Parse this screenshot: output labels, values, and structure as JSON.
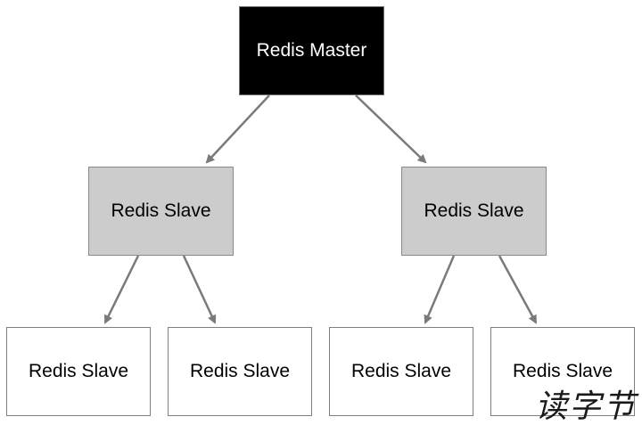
{
  "diagram": {
    "root": {
      "label": "Redis Master"
    },
    "level1": [
      {
        "label": "Redis Slave"
      },
      {
        "label": "Redis Slave"
      }
    ],
    "level2": [
      {
        "label": "Redis Slave"
      },
      {
        "label": "Redis Slave"
      },
      {
        "label": "Redis Slave"
      },
      {
        "label": "Redis Slave"
      }
    ],
    "edges": [
      {
        "from": "Redis Master",
        "to": "Redis Slave (left)"
      },
      {
        "from": "Redis Master",
        "to": "Redis Slave (right)"
      },
      {
        "from": "Redis Slave (left)",
        "to": "Redis Slave 1"
      },
      {
        "from": "Redis Slave (left)",
        "to": "Redis Slave 2"
      },
      {
        "from": "Redis Slave (right)",
        "to": "Redis Slave 3"
      },
      {
        "from": "Redis Slave (right)",
        "to": "Redis Slave 4"
      }
    ],
    "colors": {
      "master_fill": "#000000",
      "master_text": "#ffffff",
      "mid_fill": "#cccccc",
      "leaf_fill": "#ffffff",
      "edge": "#7a7a7a"
    }
  },
  "watermark": {
    "text": "读字节"
  }
}
